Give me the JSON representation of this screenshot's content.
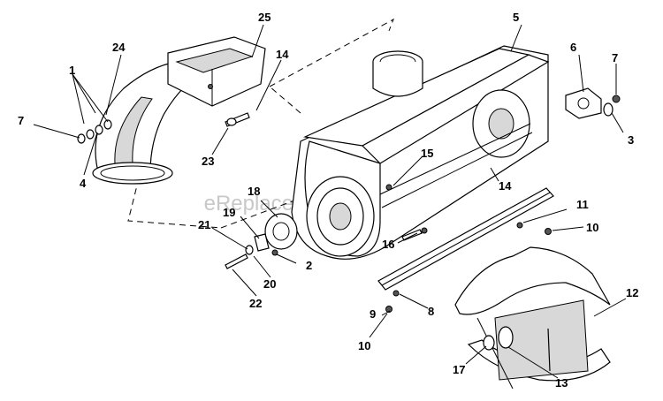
{
  "watermark": "eReplacementParts.com",
  "callouts": {
    "c1": "1",
    "c2": "2",
    "c3": "3",
    "c4": "4",
    "c5": "5",
    "c6": "6",
    "c7a": "7",
    "c7b": "7",
    "c8": "8",
    "c9": "9",
    "c10a": "10",
    "c10b": "10",
    "c11": "11",
    "c12": "12",
    "c13": "13",
    "c14a": "14",
    "c14b": "14",
    "c15": "15",
    "c16": "16",
    "c17": "17",
    "c18": "18",
    "c19": "19",
    "c20": "20",
    "c21": "21",
    "c22": "22",
    "c23": "23",
    "c24": "24",
    "c25": "25"
  }
}
